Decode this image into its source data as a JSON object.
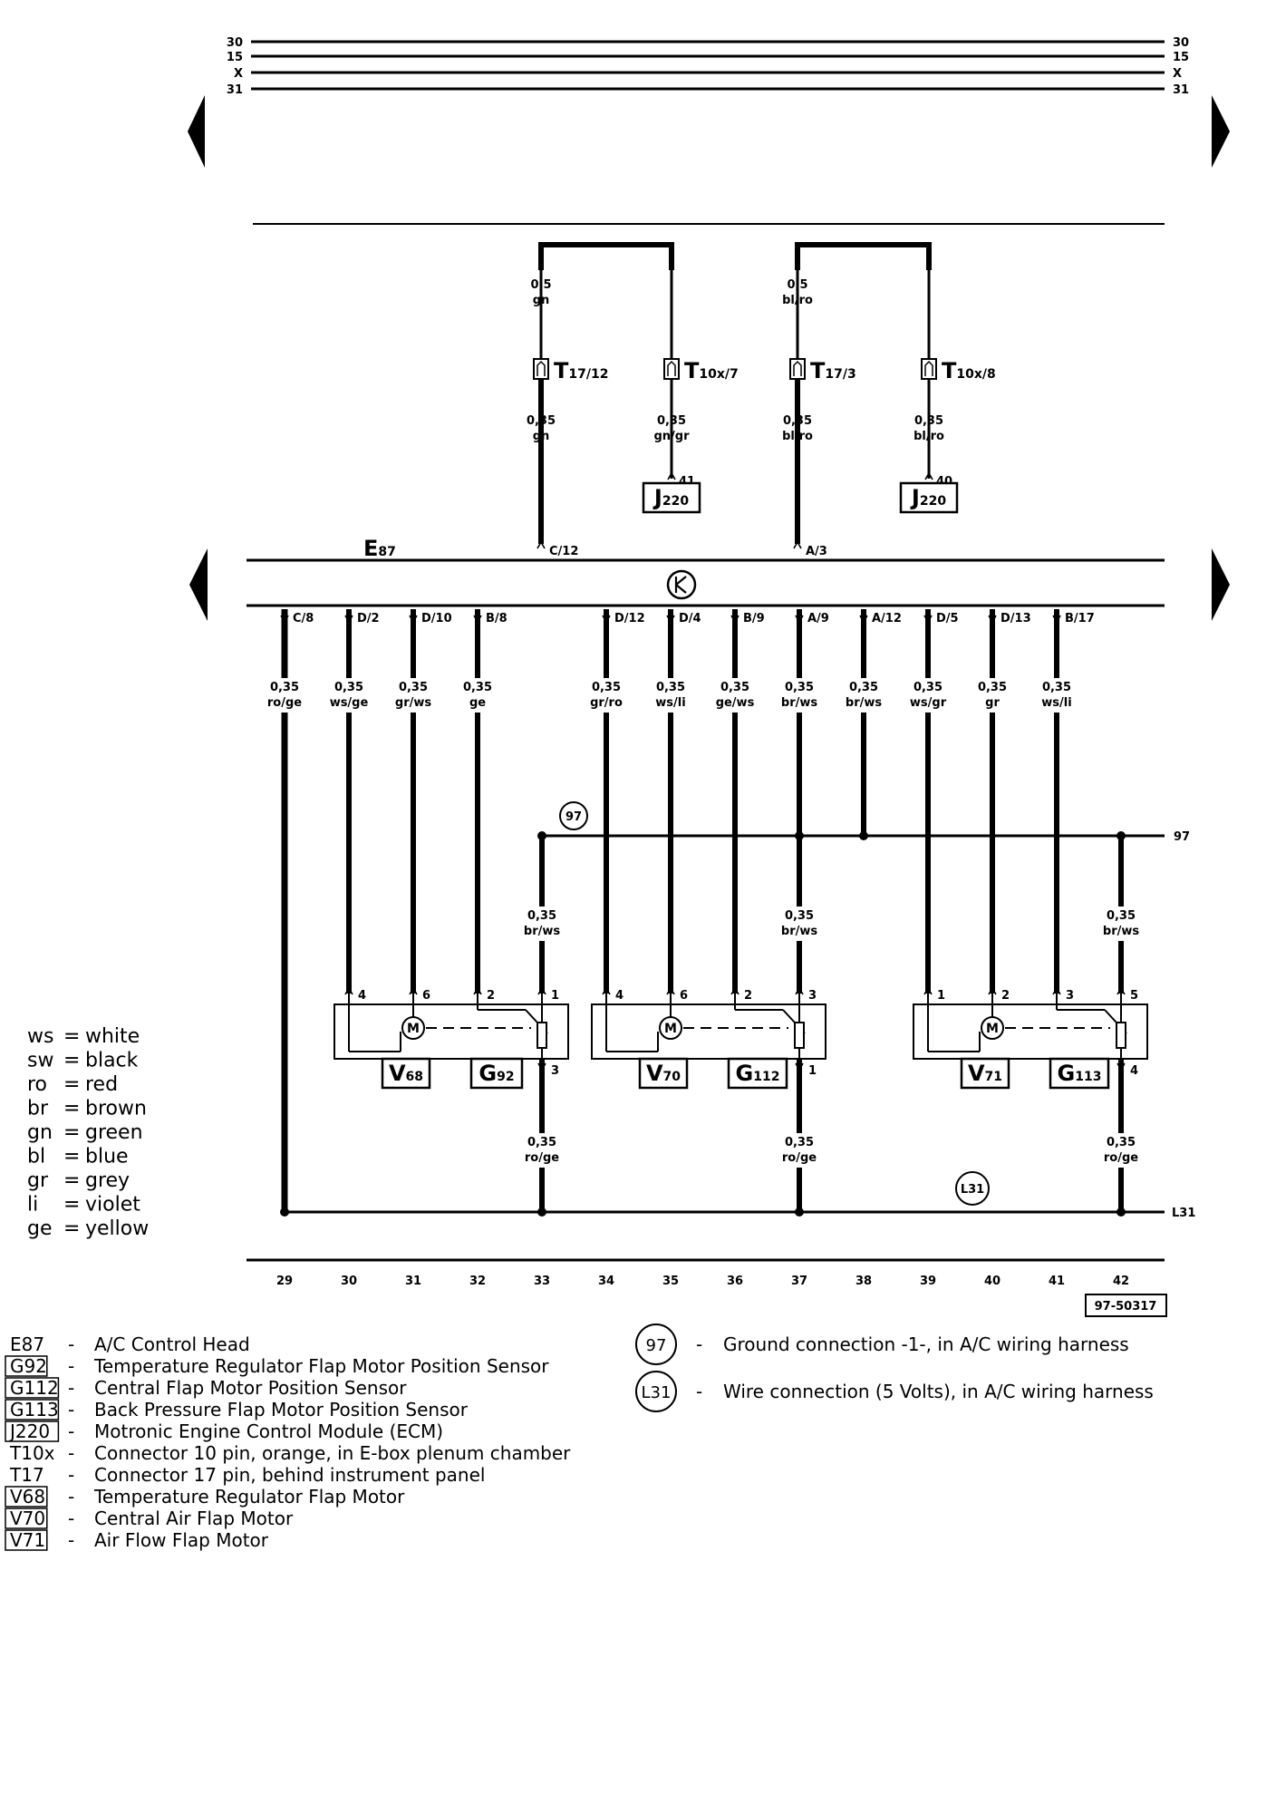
{
  "bus_lines": [
    {
      "label": "30"
    },
    {
      "label": "15"
    },
    {
      "label": "X"
    },
    {
      "label": "31"
    }
  ],
  "top_loops": [
    {
      "upper_size": "0,5",
      "upper_color": "gn",
      "left": {
        "name": "T",
        "sub": "17/12",
        "size": "0,35",
        "color": "gn",
        "pin": "C/12"
      },
      "right": {
        "name": "T",
        "sub": "10x/7",
        "size": "0,35",
        "color": "gn/gr",
        "module": "J",
        "module_sub": "220",
        "module_pin": "41"
      }
    },
    {
      "upper_size": "0,5",
      "upper_color": "bl/ro",
      "left": {
        "name": "T",
        "sub": "17/3",
        "size": "0,35",
        "color": "bl/ro",
        "pin": "A/3"
      },
      "right": {
        "name": "T",
        "sub": "10x/8",
        "size": "0,35",
        "color": "bl/ro",
        "module": "J",
        "module_sub": "220",
        "module_pin": "40"
      }
    }
  ],
  "control_head": {
    "name": "E",
    "sub": "87"
  },
  "ecu_wires": [
    {
      "pin": "C/8",
      "size": "0,35",
      "color": "ro/ge"
    },
    {
      "pin": "D/2",
      "size": "0,35",
      "color": "ws/ge"
    },
    {
      "pin": "D/10",
      "size": "0,35",
      "color": "gr/ws"
    },
    {
      "pin": "B/8",
      "size": "0,35",
      "color": "ge"
    },
    {
      "pin": "D/12",
      "size": "0,35",
      "color": "gr/ro"
    },
    {
      "pin": "D/4",
      "size": "0,35",
      "color": "ws/li"
    },
    {
      "pin": "B/9",
      "size": "0,35",
      "color": "ge/ws"
    },
    {
      "pin": "A/9",
      "size": "0,35",
      "color": "br/ws"
    },
    {
      "pin": "A/12",
      "size": "0,35",
      "color": "br/ws"
    },
    {
      "pin": "D/5",
      "size": "0,35",
      "color": "ws/gr"
    },
    {
      "pin": "D/13",
      "size": "0,35",
      "color": "gr"
    },
    {
      "pin": "B/17",
      "size": "0,35",
      "color": "ws/li"
    }
  ],
  "ground": {
    "label": "97",
    "line_label": "97"
  },
  "ground_drops": [
    {
      "size": "0,35",
      "color": "br/ws"
    },
    {
      "size": "0,35",
      "color": "br/ws"
    },
    {
      "size": "0,35",
      "color": "br/ws"
    }
  ],
  "motors": [
    {
      "motor": "V",
      "motor_sub": "68",
      "sensor": "G",
      "sensor_sub": "92",
      "pins": [
        "4",
        "6",
        "2",
        "1"
      ],
      "out_pin": "3",
      "out_size": "0,35",
      "out_color": "ro/ge"
    },
    {
      "motor": "V",
      "motor_sub": "70",
      "sensor": "G",
      "sensor_sub": "112",
      "pins": [
        "4",
        "6",
        "2",
        "3"
      ],
      "out_pin": "1",
      "out_size": "0,35",
      "out_color": "ro/ge"
    },
    {
      "motor": "V",
      "motor_sub": "71",
      "sensor": "G",
      "sensor_sub": "113",
      "pins": [
        "1",
        "2",
        "3",
        "5"
      ],
      "out_pin": "4",
      "out_size": "0,35",
      "out_color": "ro/ge"
    }
  ],
  "motor_symbol": "M",
  "connection": {
    "label": "L31",
    "line_label": "L31"
  },
  "columns": [
    "29",
    "30",
    "31",
    "32",
    "33",
    "34",
    "35",
    "36",
    "37",
    "38",
    "39",
    "40",
    "41",
    "42"
  ],
  "ref_code": "97-50317",
  "color_legend": [
    {
      "code": "ws",
      "name": "white"
    },
    {
      "code": "sw",
      "name": "black"
    },
    {
      "code": "ro",
      "name": "red"
    },
    {
      "code": "br",
      "name": "brown"
    },
    {
      "code": "gn",
      "name": "green"
    },
    {
      "code": "bl",
      "name": "blue"
    },
    {
      "code": "gr",
      "name": "grey"
    },
    {
      "code": "li",
      "name": "violet"
    },
    {
      "code": "ge",
      "name": "yellow"
    }
  ],
  "component_key": [
    {
      "code": "E87",
      "boxed": false,
      "desc": "A/C Control Head"
    },
    {
      "code": "G92",
      "boxed": true,
      "desc": "Temperature Regulator Flap Motor Position Sensor"
    },
    {
      "code": "G112",
      "boxed": true,
      "desc": "Central Flap Motor Position Sensor"
    },
    {
      "code": "G113",
      "boxed": true,
      "desc": "Back Pressure Flap Motor Position Sensor"
    },
    {
      "code": "J220",
      "boxed": true,
      "desc": "Motronic Engine Control Module (ECM)"
    },
    {
      "code": "T10x",
      "boxed": false,
      "desc": "Connector 10 pin, orange, in E-box plenum chamber"
    },
    {
      "code": "T17",
      "boxed": false,
      "desc": "Connector 17 pin, behind instrument panel"
    },
    {
      "code": "V68",
      "boxed": true,
      "desc": "Temperature Regulator Flap Motor"
    },
    {
      "code": "V70",
      "boxed": true,
      "desc": "Central Air Flap Motor"
    },
    {
      "code": "V71",
      "boxed": true,
      "desc": "Air Flow Flap Motor"
    }
  ],
  "circle_key": [
    {
      "label": "97",
      "desc": "Ground connection -1-, in A/C wiring harness"
    },
    {
      "label": "L31",
      "desc": "Wire connection (5 Volts), in A/C wiring harness"
    }
  ]
}
